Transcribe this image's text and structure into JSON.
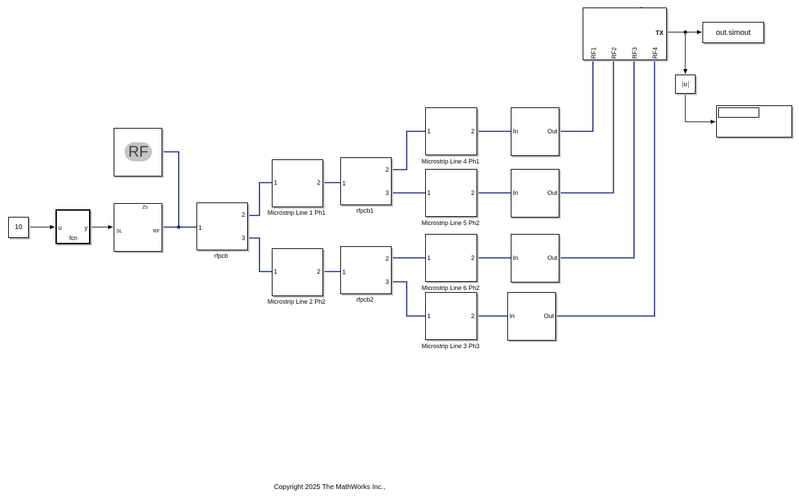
{
  "blocks": {
    "constant": {
      "value": "10"
    },
    "fcn": {
      "label": "fcn",
      "port_in": "u",
      "port_out": "y"
    },
    "rf_config": {
      "text": "RF"
    },
    "source": {
      "port_sl": "SL",
      "port_rf": "RF",
      "zs": "Zs"
    },
    "rfpcb": {
      "label": "rfpcb",
      "port1": "1",
      "port2": "2",
      "port3": "3"
    },
    "rfpcb1": {
      "label": "rfpcb1",
      "port1": "1",
      "port2": "2",
      "port3": "3"
    },
    "rfpcb2": {
      "label": "rfpcb2",
      "port1": "1",
      "port2": "2",
      "port3": "3"
    },
    "ml1": {
      "label": "Microstrip Line 1 Ph1",
      "port1": "1",
      "port2": "2"
    },
    "ml2": {
      "label": "Microstrip Line 2 Ph2",
      "port1": "1",
      "port2": "2"
    },
    "ml3": {
      "label": "Microstrip Line 3 Ph3",
      "port1": "1",
      "port2": "2"
    },
    "ml4": {
      "label": "Microstrip Line 4 Ph1",
      "port1": "1",
      "port2": "2"
    },
    "ml5": {
      "label": "Microstrip Line 5 Ph2",
      "port1": "1",
      "port2": "2"
    },
    "ml6": {
      "label": "Microstrip Line 6 Ph2",
      "port1": "1",
      "port2": "2"
    },
    "amp": {
      "port_in": "In",
      "port_out": "Out"
    },
    "tx": {
      "port_out": "TX",
      "rf1": "RF1",
      "rf2": "RF2",
      "rf3": "RF3",
      "rf4": "RF4"
    },
    "outsim": {
      "label": "out.simout"
    },
    "abs": {
      "label": "|u|"
    }
  },
  "footer": {
    "copyright": "Copyright 2025 The MathWorks Inc.,"
  },
  "colors": {
    "rf_line": "#1a237e",
    "signal_line": "#000000",
    "shadow": "#b8b8b8",
    "pill": "#c4c4c4"
  }
}
